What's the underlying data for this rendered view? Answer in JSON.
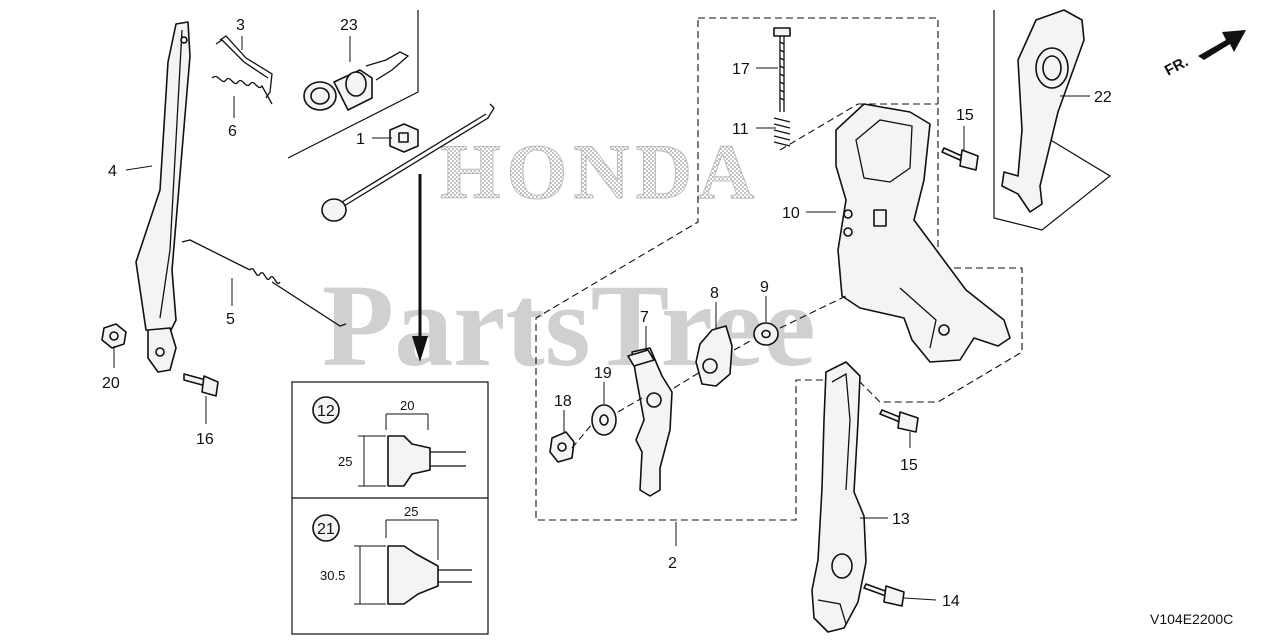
{
  "callouts": {
    "p1": "1",
    "p2": "2",
    "p3": "3",
    "p4": "4",
    "p5": "5",
    "p6": "6",
    "p7": "7",
    "p8": "8",
    "p9": "9",
    "p10": "10",
    "p11": "11",
    "p13": "13",
    "p14": "14",
    "p15a": "15",
    "p15b": "15",
    "p16": "16",
    "p17": "17",
    "p18": "18",
    "p19": "19",
    "p20": "20",
    "p22": "22",
    "p23": "23"
  },
  "detail_boxes": {
    "top": {
      "part": "12",
      "width_dim": "20",
      "height_dim": "25"
    },
    "bottom": {
      "part": "21",
      "width_dim": "25",
      "height_dim": "30.5"
    }
  },
  "front_indicator": "FR.",
  "diagram_code": "V104E2200C",
  "watermark": {
    "brand": "HONDA",
    "site": "PartsTree",
    "mark": "™"
  }
}
